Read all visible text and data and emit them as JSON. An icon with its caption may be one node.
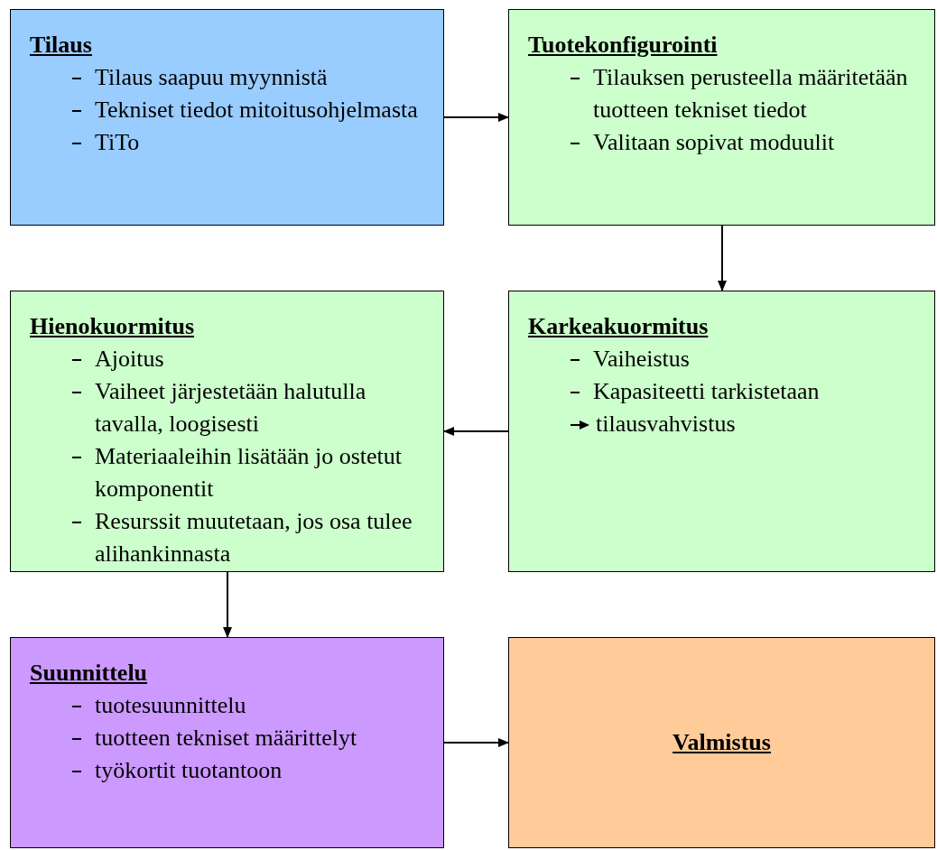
{
  "diagram": {
    "nodes": [
      {
        "text": [
          "Tilaus",
          "Tilaus saapuu myynnistä",
          "Tekniset tiedot mitoitusohjelmasta",
          "TiTo"
        ]
      },
      {
        "text": [
          "Tuotekonfigurointi",
          "Tilauksen perusteella määritetään tuotteen tekniset tiedot",
          "Valitaan sopivat moduulit"
        ]
      },
      {
        "text": [
          "Hienokuormitus",
          "Ajoitus",
          "Vaiheet järjestetään halutulla tavalla, loogisesti",
          "Materiaaleihin lisätään jo ostetut komponentit",
          "Resurssit muutetaan, jos osa tulee alihankinnasta"
        ]
      },
      {
        "text": [
          "Karkeakuormitus",
          "Vaiheistus",
          "Kapasiteetti tarkistetaan",
          "tilausvahvistus"
        ]
      },
      {
        "text": [
          "Suunnittelu",
          "tuotesuunnittelu",
          "tuotteen tekniset määrittelyt",
          "työkortit tuotantoon"
        ]
      },
      {
        "text": [
          "Valmistus"
        ]
      }
    ],
    "edges": [
      {
        "from": 0,
        "to": 1,
        "arrow": "to"
      },
      {
        "from": 1,
        "to": 3,
        "arrow": "to"
      },
      {
        "from": 3,
        "to": 2,
        "arrow": "to"
      },
      {
        "from": 2,
        "to": 4,
        "arrow": "to"
      },
      {
        "from": 4,
        "to": 5,
        "arrow": "to"
      }
    ]
  }
}
